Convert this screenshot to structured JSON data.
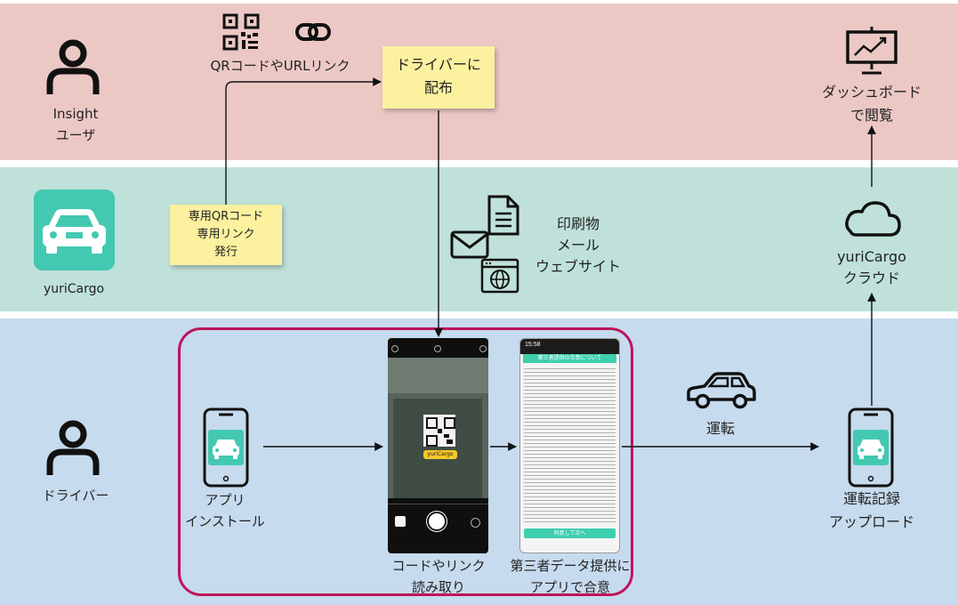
{
  "lanes": {
    "insight": {
      "color": "#ecc8c5"
    },
    "cargo": {
      "color": "#bfe1d9"
    },
    "driver": {
      "color": "#c6dbee"
    }
  },
  "colors": {
    "sticky": "#fbf19f",
    "app_teal": "#43c9b1",
    "highlight_border": "#c0135b",
    "screen_green": "#3ecfae"
  },
  "actors": {
    "insight_label_1": "Insight",
    "insight_label_2": "ユーザ",
    "app_label": "yuriCargo",
    "driver_label": "ドライバー"
  },
  "top": {
    "qr_label": "QRコードやURLリンク",
    "sticky_distribute_1": "ドライバーに",
    "sticky_distribute_2": "配布",
    "dashboard_1": "ダッシュボード",
    "dashboard_2": "で閲覧"
  },
  "middle": {
    "sticky_issue_1": "専用QRコード",
    "sticky_issue_2": "専用リンク",
    "sticky_issue_3": "発行",
    "channel_1": "印刷物",
    "channel_2": "メール",
    "channel_3": "ウェブサイト",
    "cloud_1": "yuriCargo",
    "cloud_2": "クラウド"
  },
  "bottom": {
    "install_1": "アプリ",
    "install_2": "インストール",
    "scan_1": "コードやリンク",
    "scan_2": "読み取り",
    "consent_1": "第三者データ提供に",
    "consent_2": "アプリで合意",
    "drive": "運転",
    "upload_1": "運転記録",
    "upload_2": "アップロード"
  },
  "consent_screen": {
    "time": "15:58",
    "title": "第三者提供の合意について",
    "agree_button": "同意して次へ"
  },
  "camera_screen": {
    "qr_caption": "yuriCargo"
  }
}
